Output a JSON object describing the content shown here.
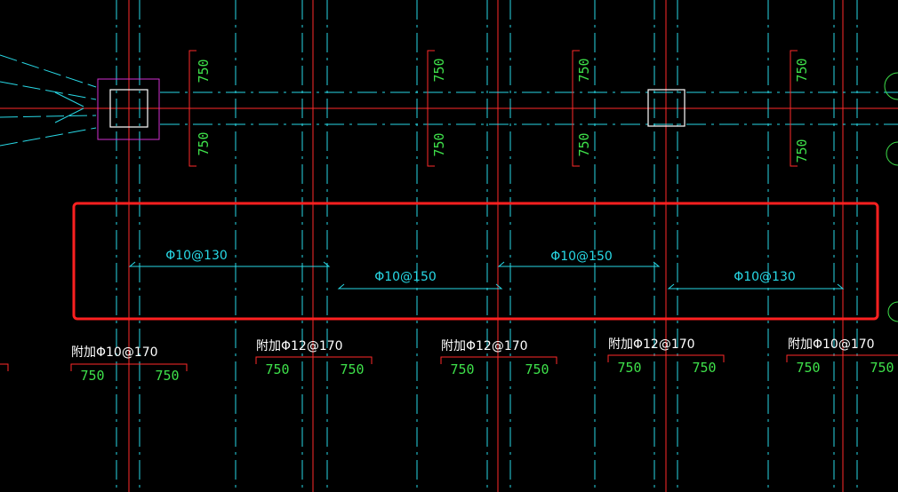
{
  "colors": {
    "background": "#000000",
    "axis_red": "#ff2a2a",
    "cyan": "#28d9e6",
    "green": "#3ee04a",
    "magenta": "#d030d0",
    "white": "#ffffff",
    "highlight": "#ff2020"
  },
  "top_dims": {
    "left_upper": "750",
    "left_lower": "750",
    "mid1_upper": "750",
    "mid1_lower": "750",
    "mid2_upper": "750",
    "mid2_lower": "750",
    "right_upper": "750",
    "right_lower": "750"
  },
  "rebar_labels": {
    "span1": "Φ10@130",
    "span2": "Φ10@150",
    "span3": "Φ10@150",
    "span4": "Φ10@130"
  },
  "additional_bars": {
    "a1": "附加Φ10@170",
    "a2": "附加Φ12@170",
    "a3": "附加Φ12@170",
    "a4": "附加Φ12@170",
    "a5": "附加Φ10@170"
  },
  "bottom_dims": {
    "a1_left": "750",
    "a1_right": "750",
    "a2_left": "750",
    "a2_right": "750",
    "a3_left": "750",
    "a3_right": "750",
    "a4_left": "750",
    "a4_right": "750",
    "a5_left": "750",
    "a5_right": "750"
  }
}
